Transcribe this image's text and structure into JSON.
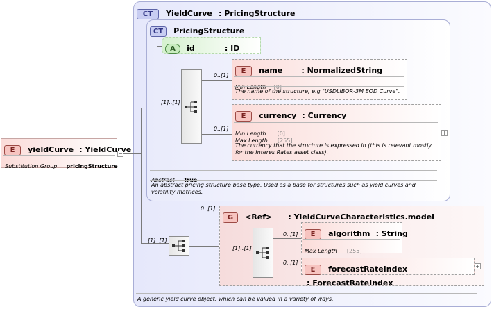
{
  "root_element": {
    "badge": "E",
    "name": "yieldCurve",
    "type": ": YieldCurve",
    "prop_label": "Substitution Group",
    "prop_value": "pricingStructure"
  },
  "outer_type": {
    "badge": "CT",
    "name": "YieldCurve",
    "base": ": PricingStructure",
    "doc": "A generic yield curve object, which can be valued in a variety of ways."
  },
  "inner_type": {
    "badge": "CT",
    "name": "PricingStructure",
    "abstract_label": "Abstract",
    "abstract_value": "True",
    "doc": "An abstract pricing structure base type. Used as a base for structures such as yield curves and volatility matrices."
  },
  "attribute_id": {
    "badge": "A",
    "name": "id",
    "type": ": ID"
  },
  "seq1_cardinality": "[1]..[1]",
  "name_element": {
    "badge": "E",
    "name": "name",
    "type": ": NormalizedString",
    "cardinality": "0..[1]",
    "facet_label": "Min Length",
    "facet_value": "[0]",
    "doc": "The name of the structure, e.g \"USDLIBOR-3M EOD Curve\"."
  },
  "currency_element": {
    "badge": "E",
    "name": "currency",
    "type": ": Currency",
    "cardinality": "0..[1]",
    "facet1_label": "Min Length",
    "facet1_value": "[0]",
    "facet2_label": "Max Length",
    "facet2_value": "[255]",
    "doc": "The currency that the structure is expressed in (this is relevant mostly for the Interes Rates asset class)."
  },
  "seq2_cardinality": "[1]..[1]",
  "group_ref": {
    "badge": "G",
    "ref": "<Ref>",
    "name": ": YieldCurveCharacteristics.model",
    "cardinality": "0..[1]"
  },
  "seq3_cardinality": "[1]..[1]",
  "algorithm_element": {
    "badge": "E",
    "name": "algorithm",
    "type": ": String",
    "cardinality": "0..[1]",
    "facet_label": "Max Length",
    "facet_value": "[255]"
  },
  "forecast_element": {
    "badge": "E",
    "name": "forecastRateIndex",
    "type": ": ForecastRateIndex",
    "cardinality": "0..[1]"
  }
}
